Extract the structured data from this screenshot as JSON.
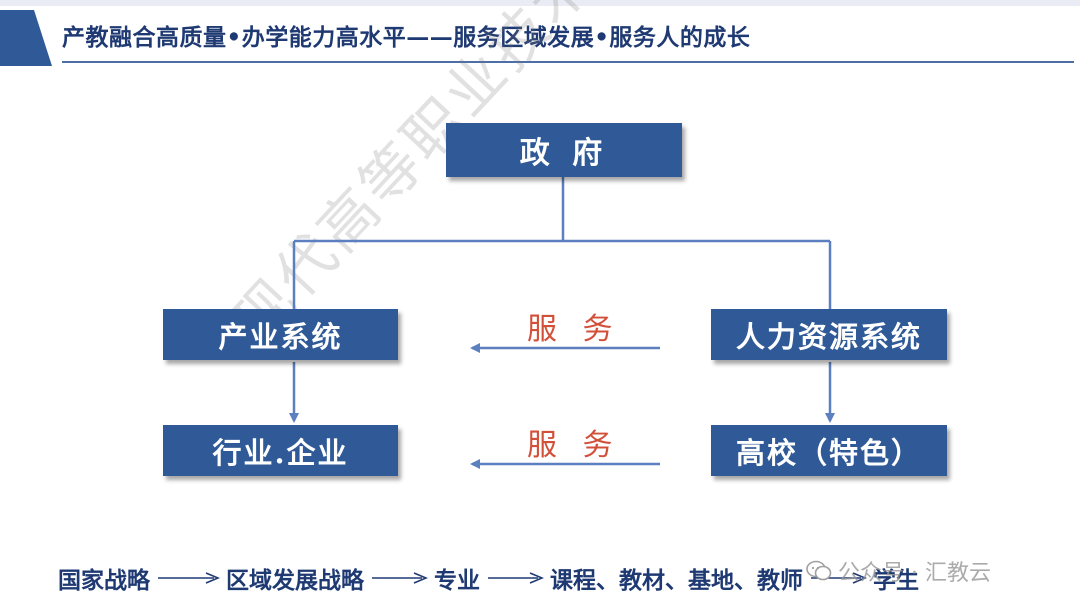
{
  "header": {
    "title": "产教融合高质量•办学能力高水平——服务区域发展•服务人的成长"
  },
  "diagram": {
    "nodes": {
      "government": "政 府",
      "industry_system": "产业系统",
      "hr_system": "人力资源系统",
      "enterprise": "行业.企业",
      "college": "高校（特色）"
    },
    "serve_top": "服 务",
    "serve_bottom": "服 务"
  },
  "chain": {
    "steps": [
      "国家战略",
      "区域发展战略",
      "专业",
      "课程、教材、基地、教师",
      "学生"
    ]
  },
  "watermark": "现代高等职业技术教育网",
  "brand": "公众号 · 汇教云",
  "colors": {
    "node_fill": "#2f5a97",
    "header_text": "#1f3a73",
    "serve_text": "#d2503a",
    "connector": "#5b7fbf"
  }
}
